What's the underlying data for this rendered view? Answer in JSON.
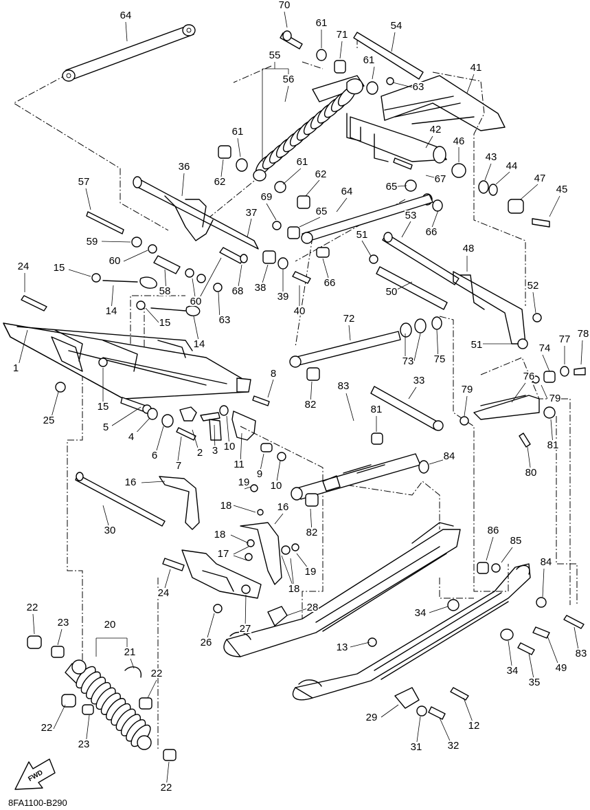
{
  "diagram": {
    "ref_code": "8FA1100-B290",
    "fwd_label": "FWD",
    "callouts": [
      {
        "id": "c64a",
        "text": "64"
      },
      {
        "id": "c70",
        "text": "70"
      },
      {
        "id": "c61a",
        "text": "61"
      },
      {
        "id": "c71",
        "text": "71"
      },
      {
        "id": "c54",
        "text": "54"
      },
      {
        "id": "c55",
        "text": "55"
      },
      {
        "id": "c56",
        "text": "56"
      },
      {
        "id": "c61b",
        "text": "61"
      },
      {
        "id": "c63a",
        "text": "63"
      },
      {
        "id": "c41",
        "text": "41"
      },
      {
        "id": "c42",
        "text": "42"
      },
      {
        "id": "c61c",
        "text": "61"
      },
      {
        "id": "c62a",
        "text": "62"
      },
      {
        "id": "c61d",
        "text": "61"
      },
      {
        "id": "c62b",
        "text": "62"
      },
      {
        "id": "c46",
        "text": "46"
      },
      {
        "id": "c43",
        "text": "43"
      },
      {
        "id": "c44",
        "text": "44"
      },
      {
        "id": "c67",
        "text": "67"
      },
      {
        "id": "c65a",
        "text": "65"
      },
      {
        "id": "c47",
        "text": "47"
      },
      {
        "id": "c45",
        "text": "45"
      },
      {
        "id": "c36",
        "text": "36"
      },
      {
        "id": "c57",
        "text": "57"
      },
      {
        "id": "c64b",
        "text": "64"
      },
      {
        "id": "c69",
        "text": "69"
      },
      {
        "id": "c65b",
        "text": "65"
      },
      {
        "id": "c66a",
        "text": "66"
      },
      {
        "id": "c37",
        "text": "37"
      },
      {
        "id": "c53",
        "text": "53"
      },
      {
        "id": "c59",
        "text": "59"
      },
      {
        "id": "c51a",
        "text": "51"
      },
      {
        "id": "c60a",
        "text": "60"
      },
      {
        "id": "c48",
        "text": "48"
      },
      {
        "id": "c24a",
        "text": "24"
      },
      {
        "id": "c15a",
        "text": "15"
      },
      {
        "id": "c58",
        "text": "58"
      },
      {
        "id": "c68",
        "text": "68"
      },
      {
        "id": "c38",
        "text": "38"
      },
      {
        "id": "c39",
        "text": "39"
      },
      {
        "id": "c66b",
        "text": "66"
      },
      {
        "id": "c52",
        "text": "52"
      },
      {
        "id": "c60b",
        "text": "60"
      },
      {
        "id": "c14a",
        "text": "14"
      },
      {
        "id": "c63b",
        "text": "63"
      },
      {
        "id": "c40",
        "text": "40"
      },
      {
        "id": "c50",
        "text": "50"
      },
      {
        "id": "c15b",
        "text": "15"
      },
      {
        "id": "c14b",
        "text": "14"
      },
      {
        "id": "c72",
        "text": "72"
      },
      {
        "id": "c51b",
        "text": "51"
      },
      {
        "id": "c74",
        "text": "74"
      },
      {
        "id": "c77",
        "text": "77"
      },
      {
        "id": "c78",
        "text": "78"
      },
      {
        "id": "c73",
        "text": "73"
      },
      {
        "id": "c75",
        "text": "75"
      },
      {
        "id": "c1",
        "text": "1"
      },
      {
        "id": "c8",
        "text": "8"
      },
      {
        "id": "c83a",
        "text": "83"
      },
      {
        "id": "c33",
        "text": "33"
      },
      {
        "id": "c76",
        "text": "76"
      },
      {
        "id": "c15c",
        "text": "15"
      },
      {
        "id": "c25",
        "text": "25"
      },
      {
        "id": "c82a",
        "text": "82"
      },
      {
        "id": "c79a",
        "text": "79"
      },
      {
        "id": "c79b",
        "text": "79"
      },
      {
        "id": "c5",
        "text": "5"
      },
      {
        "id": "c4",
        "text": "4"
      },
      {
        "id": "c81a",
        "text": "81"
      },
      {
        "id": "c10a",
        "text": "10"
      },
      {
        "id": "c6",
        "text": "6"
      },
      {
        "id": "c2",
        "text": "2"
      },
      {
        "id": "c3",
        "text": "3"
      },
      {
        "id": "c11",
        "text": "11"
      },
      {
        "id": "c81b",
        "text": "81"
      },
      {
        "id": "c7",
        "text": "7"
      },
      {
        "id": "c9",
        "text": "9"
      },
      {
        "id": "c84a",
        "text": "84"
      },
      {
        "id": "c10b",
        "text": "10"
      },
      {
        "id": "c80",
        "text": "80"
      },
      {
        "id": "c16a",
        "text": "16"
      },
      {
        "id": "c19a",
        "text": "19"
      },
      {
        "id": "c30",
        "text": "30"
      },
      {
        "id": "c18a",
        "text": "18"
      },
      {
        "id": "c16b",
        "text": "16"
      },
      {
        "id": "c82b",
        "text": "82"
      },
      {
        "id": "c18b",
        "text": "18"
      },
      {
        "id": "c86",
        "text": "86"
      },
      {
        "id": "c85",
        "text": "85"
      },
      {
        "id": "c17",
        "text": "17"
      },
      {
        "id": "c19b",
        "text": "19"
      },
      {
        "id": "c24b",
        "text": "24"
      },
      {
        "id": "c84b",
        "text": "84"
      },
      {
        "id": "c18c",
        "text": "18"
      },
      {
        "id": "c22a",
        "text": "22"
      },
      {
        "id": "c28",
        "text": "28"
      },
      {
        "id": "c34a",
        "text": "34"
      },
      {
        "id": "c23a",
        "text": "23"
      },
      {
        "id": "c20",
        "text": "20"
      },
      {
        "id": "c26",
        "text": "26"
      },
      {
        "id": "c27",
        "text": "27"
      },
      {
        "id": "c83b",
        "text": "83"
      },
      {
        "id": "c21",
        "text": "21"
      },
      {
        "id": "c13",
        "text": "13"
      },
      {
        "id": "c34b",
        "text": "34"
      },
      {
        "id": "c49",
        "text": "49"
      },
      {
        "id": "c22b",
        "text": "22"
      },
      {
        "id": "c35",
        "text": "35"
      },
      {
        "id": "c22c",
        "text": "22"
      },
      {
        "id": "c29",
        "text": "29"
      },
      {
        "id": "c12",
        "text": "12"
      },
      {
        "id": "c23b",
        "text": "23"
      },
      {
        "id": "c31",
        "text": "31"
      },
      {
        "id": "c32",
        "text": "32"
      },
      {
        "id": "c22d",
        "text": "22"
      }
    ]
  }
}
